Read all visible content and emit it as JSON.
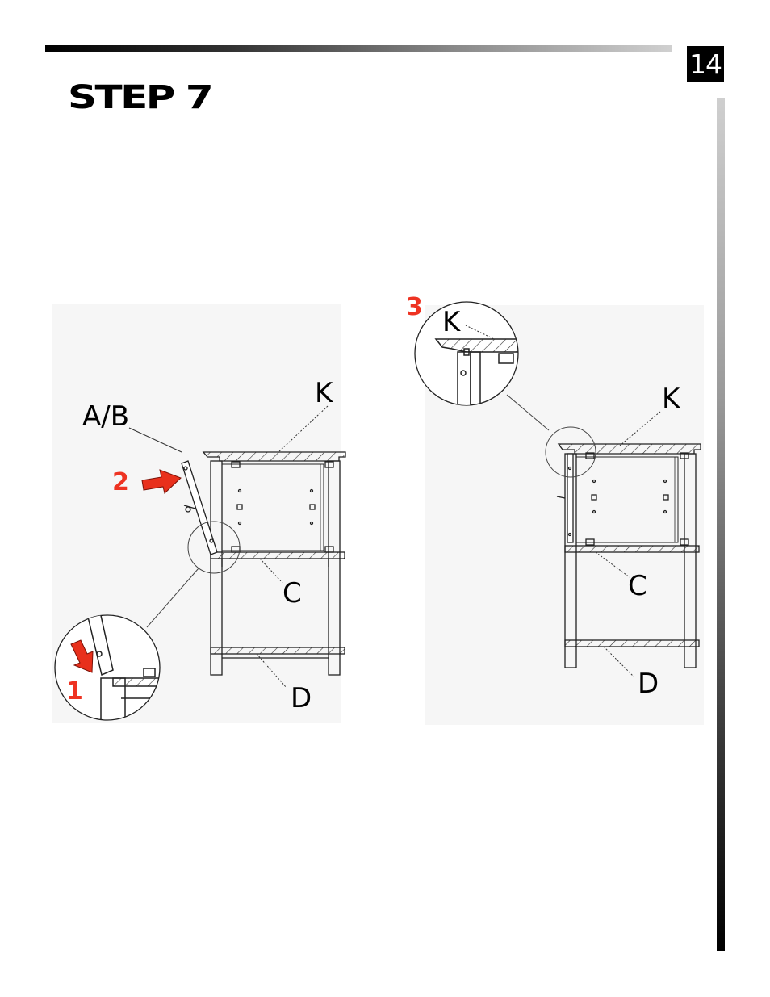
{
  "page": {
    "number": "14",
    "step_title": "STEP 7"
  },
  "figure_left": {
    "labels": {
      "ab": "A/B",
      "k": "K",
      "c": "C",
      "d": "D"
    },
    "callouts": {
      "first": "1",
      "second": "2"
    }
  },
  "figure_right": {
    "labels": {
      "k_detail": "K",
      "k": "K",
      "c": "C",
      "d": "D"
    },
    "callouts": {
      "third": "3"
    }
  },
  "colors": {
    "arrow": "#e8301c",
    "callout_text": "#ee3322"
  }
}
